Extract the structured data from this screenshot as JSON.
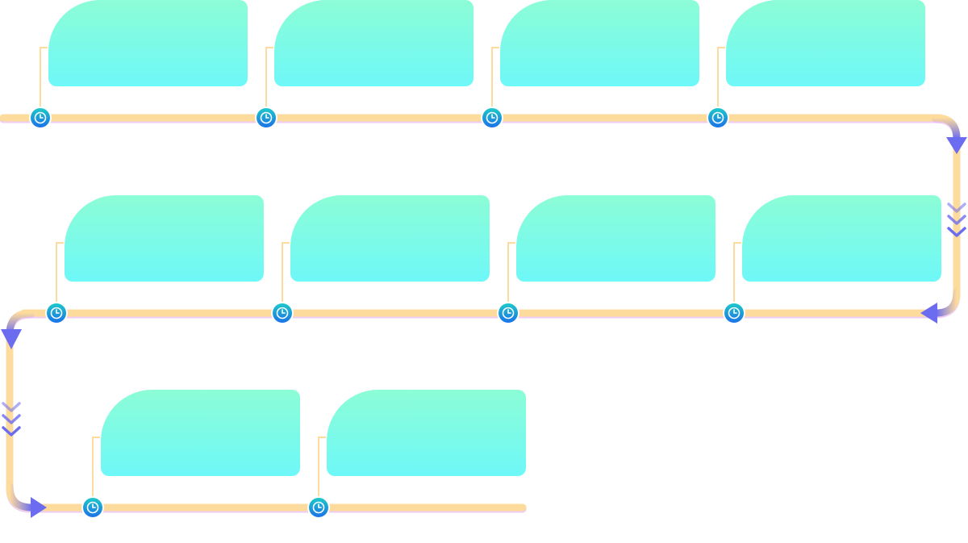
{
  "colors": {
    "track": "#fddb9d",
    "track_shadow": "#e7b7f0",
    "card_top": "#8cfdd6",
    "card_bottom": "#6ef8f8",
    "node_top": "#1ec9ca",
    "node_bottom": "#1a72e8",
    "node_ring": "#ffffff",
    "arrow": "#6b6cf0",
    "connector": "#fddb9d"
  },
  "icons": {
    "node": "clock-icon",
    "turn": "arrow-head-icon",
    "flow": "chevron-down-icon"
  },
  "rows": [
    {
      "cards": 4
    },
    {
      "cards": 4
    },
    {
      "cards": 2
    }
  ]
}
